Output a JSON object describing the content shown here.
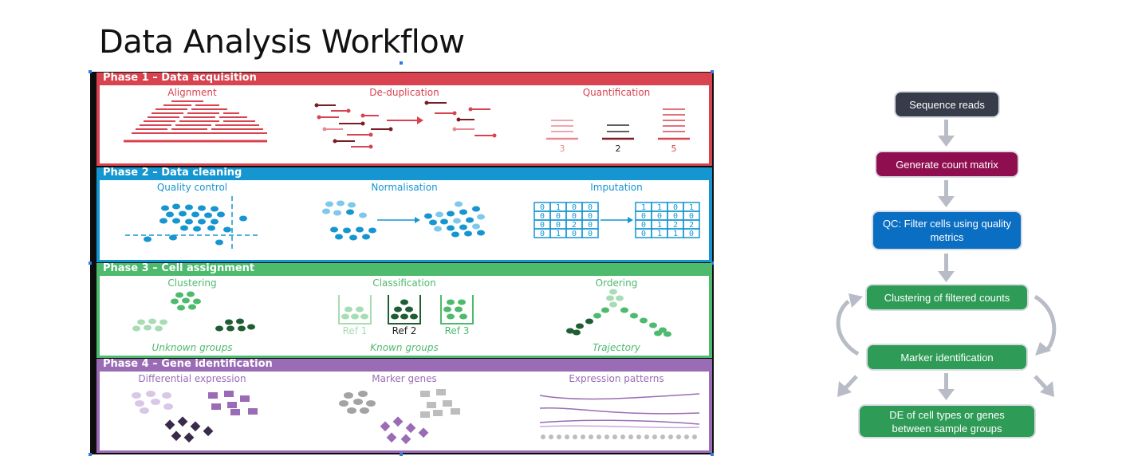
{
  "title": "Data Analysis Workflow",
  "colors": {
    "phase1": "#d9434f",
    "phase2": "#1596d1",
    "phase3": "#4dba6d",
    "phase4": "#9a6cb5",
    "node_dark": "#363c4a",
    "node_magenta": "#8f0e4f",
    "node_blue": "#0a6ec2",
    "node_green": "#2e9b56",
    "arrow": "#b8bcc6"
  },
  "phases": [
    {
      "title": "Phase 1 – Data acquisition",
      "subtitles": [
        "Alignment",
        "De-duplication",
        "Quantification"
      ],
      "counts": [
        "3",
        "2",
        "5"
      ]
    },
    {
      "title": "Phase 2 – Data cleaning",
      "subtitles": [
        "Quality control",
        "Normalisation",
        "Imputation"
      ]
    },
    {
      "title": "Phase 3 – Cell assignment",
      "subtitles": [
        "Clustering",
        "Classification",
        "Ordering"
      ],
      "refs": [
        "Ref 1",
        "Ref 2",
        "Ref 3"
      ],
      "captions": [
        "Unknown groups",
        "Known groups",
        "Trajectory"
      ]
    },
    {
      "title": "Phase 4 – Gene identification",
      "subtitles": [
        "Differential expression",
        "Marker genes",
        "Expression patterns"
      ]
    }
  ],
  "matrix_before": [
    [
      "0",
      "1",
      "0",
      "0"
    ],
    [
      "0",
      "0",
      "0",
      "0"
    ],
    [
      "0",
      "0",
      "2",
      "0"
    ],
    [
      "0",
      "1",
      "0",
      "0"
    ]
  ],
  "matrix_after": [
    [
      "1",
      "1",
      "0",
      "1"
    ],
    [
      "0",
      "0",
      "0",
      "0"
    ],
    [
      "0",
      "1",
      "2",
      "2"
    ],
    [
      "0",
      "1",
      "1",
      "0"
    ]
  ],
  "flowchart": {
    "nodes": [
      "Sequence reads",
      "Generate count matrix",
      "QC: Filter cells using quality metrics",
      "Clustering of filtered counts",
      "Marker identification",
      "DE of cell types or genes between sample groups"
    ]
  }
}
